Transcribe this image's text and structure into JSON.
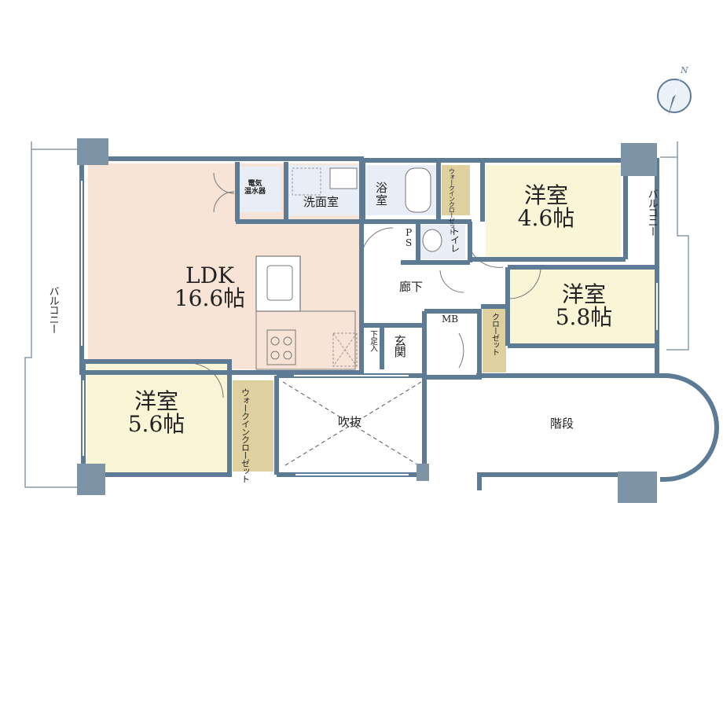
{
  "colors": {
    "ldk": "#f7e4d6",
    "bedroom": "#fbf5d8",
    "closet": "#dfd0a0",
    "wet": "#e9edf5",
    "wall": "#5d7b95",
    "pillar": "#7d93a6"
  },
  "compass": {
    "north_label": "N"
  },
  "rooms": {
    "ldk": {
      "name": "LDK",
      "size": "16.6帖"
    },
    "bed_nw": {
      "name": "洋室",
      "size": "4.6帖"
    },
    "bed_e": {
      "name": "洋室",
      "size": "5.8帖"
    },
    "bed_sw": {
      "name": "洋室",
      "size": "5.6帖"
    },
    "washroom": "洗面室",
    "bath_a": "浴",
    "bath_b": "室",
    "toilet": "トイレ",
    "ps_p": "P",
    "ps_s": "S",
    "corridor": "廊下",
    "mb": "MB",
    "shoebox": "下足入",
    "entrance": "玄関",
    "void": "吹抜",
    "stairs": "階段",
    "water_heater_a": "電気",
    "water_heater_b": "温水器"
  },
  "closets": {
    "wic_top_a": "ウォークイン",
    "wic_top_b": "クローゼット",
    "closet_e": "クローゼット",
    "wic_sw_a": "ウォークイン",
    "wic_sw_b": "クローゼット"
  },
  "balconies": {
    "left": "バルコニー",
    "right": "バルコニー"
  }
}
